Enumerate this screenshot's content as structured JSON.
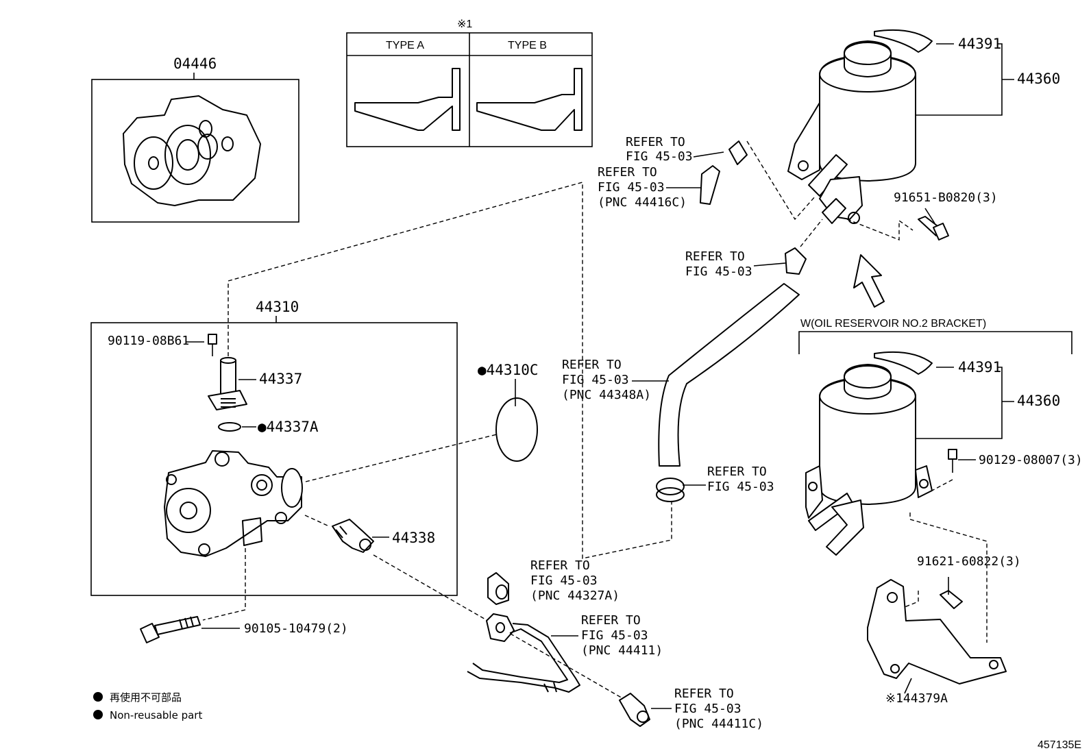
{
  "diagram": {
    "page_id": "457135E",
    "type_note": "※1",
    "type_a": "TYPE A",
    "type_b": "TYPE B",
    "bracket_variant": "W(OIL RESERVOIR NO.2 BRACKET)",
    "parts": {
      "p04446": "04446",
      "p44310": "44310",
      "p90119": "90119-08B61",
      "p44337": "44337",
      "p44337A": "●44337A",
      "p44310C": "●44310C",
      "p44338": "44338",
      "p90105": "90105-10479(2)",
      "p44391_a": "44391",
      "p44360_a": "44360",
      "p91651": "91651-B0820(3)",
      "p44391_b": "44391",
      "p44360_b": "44360",
      "p90129": "90129-08007(3)",
      "p91621": "91621-60822(3)",
      "p44379A": "※144379A"
    },
    "refs": {
      "r1": [
        "REFER TO",
        "FIG 45-03"
      ],
      "r2": [
        "REFER TO",
        "FIG 45-03",
        "(PNC 44416C)"
      ],
      "r3": [
        "REFER TO",
        "FIG 45-03"
      ],
      "r4": [
        "REFER TO",
        "FIG 45-03",
        "(PNC 44348A)"
      ],
      "r5": [
        "REFER TO",
        "FIG 45-03"
      ],
      "r6": [
        "REFER TO",
        "FIG 45-03",
        "(PNC 44327A)"
      ],
      "r7": [
        "REFER TO",
        "FIG 45-03",
        "(PNC 44411)"
      ],
      "r8": [
        "REFER TO",
        "FIG 45-03",
        "(PNC 44411C)"
      ]
    },
    "legend": {
      "jp": "再使用不可部品",
      "en": "Non-reusable part"
    }
  }
}
